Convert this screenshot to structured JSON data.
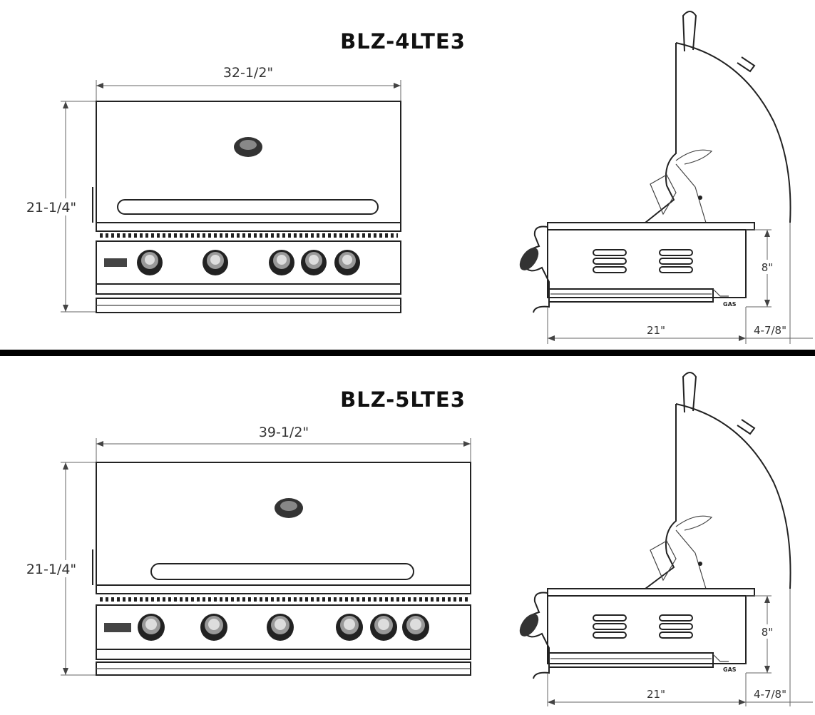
{
  "models": [
    {
      "name": "BLZ-4LTE3",
      "front": {
        "width_label": "32-1/2\"",
        "height_label": "21-1/4\"",
        "knobs": 5
      },
      "side": {
        "depth_label": "21\"",
        "height_label": "8\"",
        "rear_label": "4-7/8\"",
        "gas_label": "GAS"
      }
    },
    {
      "name": "BLZ-5LTE3",
      "front": {
        "width_label": "39-1/2\"",
        "height_label": "21-1/4\"",
        "knobs": 6
      },
      "side": {
        "depth_label": "21\"",
        "height_label": "8\"",
        "rear_label": "4-7/8\"",
        "gas_label": "GAS"
      }
    }
  ],
  "icons": [
    "grill-front-icon",
    "grill-side-icon",
    "knob-icon",
    "handle-icon",
    "vent-icon"
  ],
  "colors": {
    "line": "#222222",
    "divider": "#000000",
    "background": "#ffffff"
  }
}
